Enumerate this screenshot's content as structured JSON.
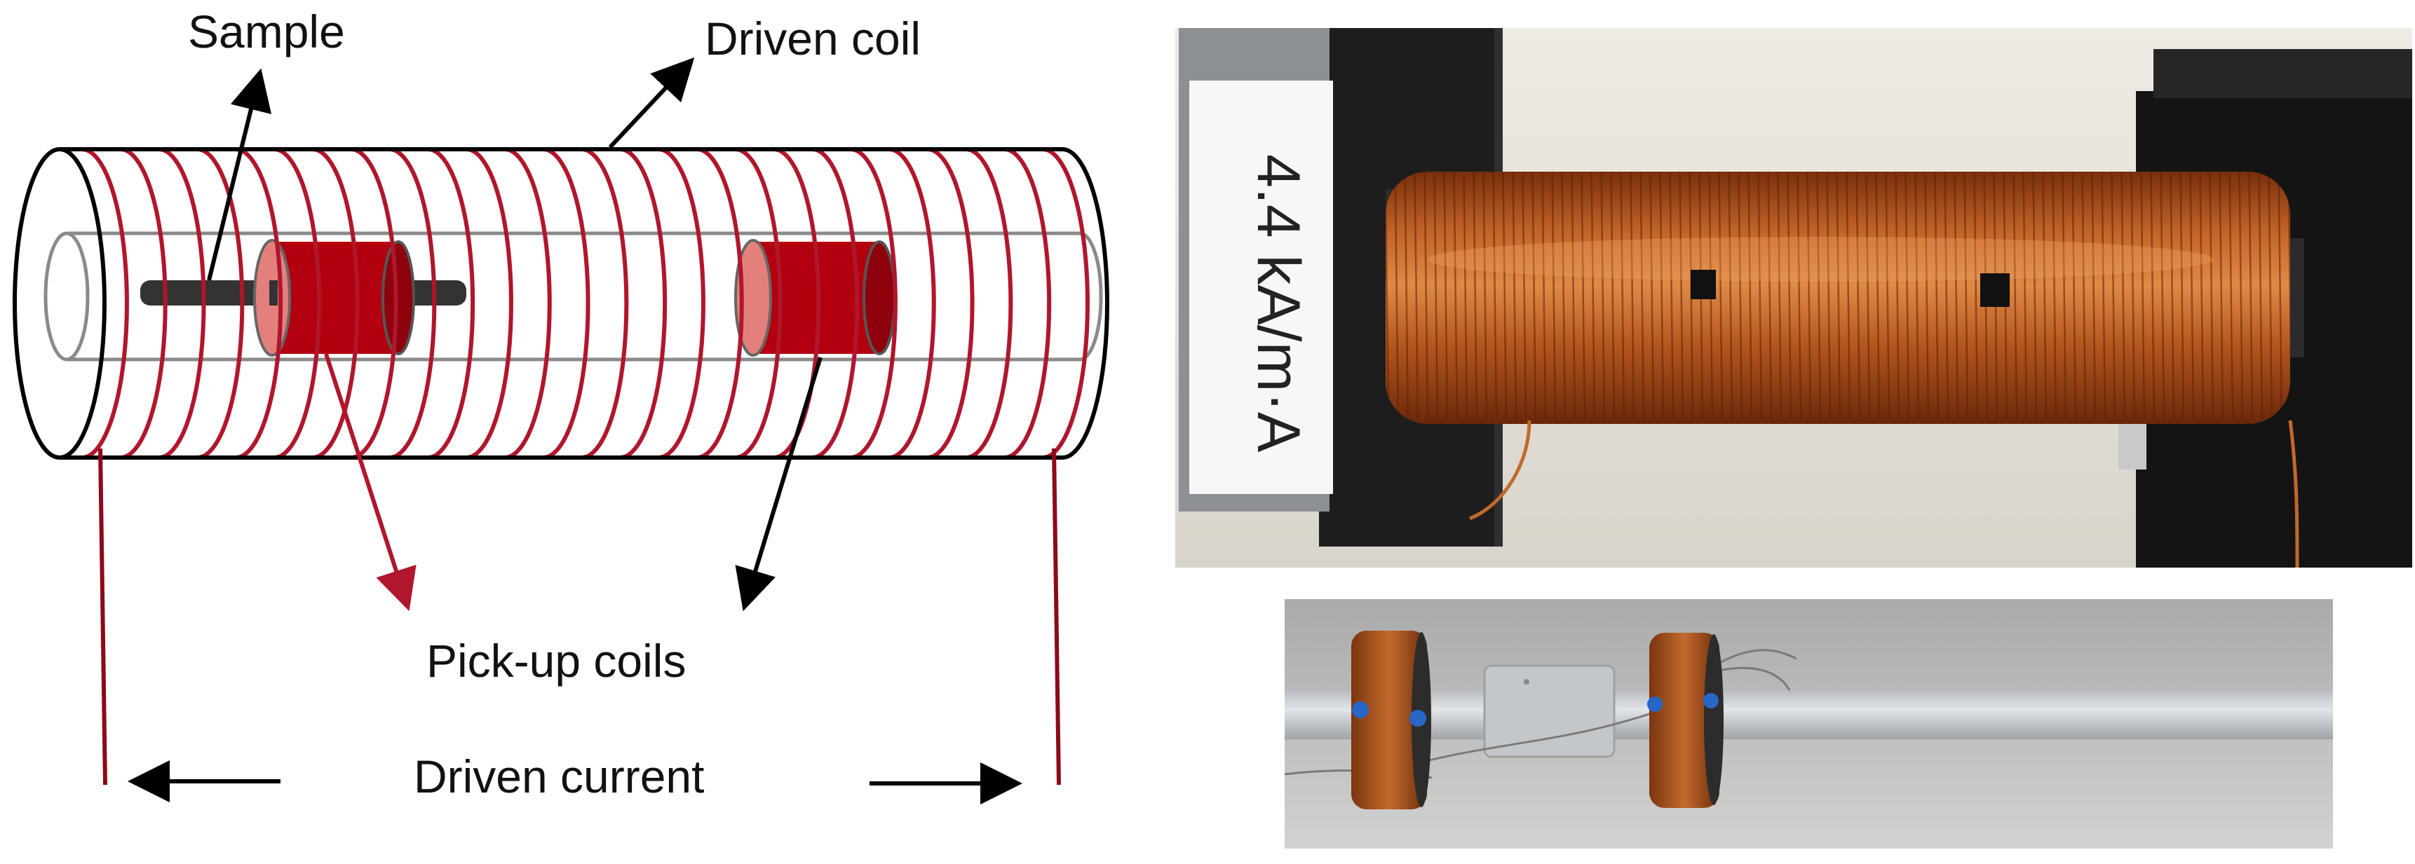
{
  "labels": {
    "sample": "Sample",
    "driven_coil": "Driven coil",
    "pickup_coils": "Pick-up coils",
    "driven_current": "Driven current"
  },
  "photo_top": {
    "tape_text": "4.4 kA/m·A"
  },
  "colors": {
    "coil_wire": "#b0162c",
    "pickup_coil": "#b3000e",
    "pickup_coil_face": "#e4807c",
    "tube_outline": "#000000",
    "inner_tube": "#8a8a8a",
    "sample_rod": "#333333",
    "copper": "#b5561f",
    "ferrite_block": "#1c1c1c"
  }
}
